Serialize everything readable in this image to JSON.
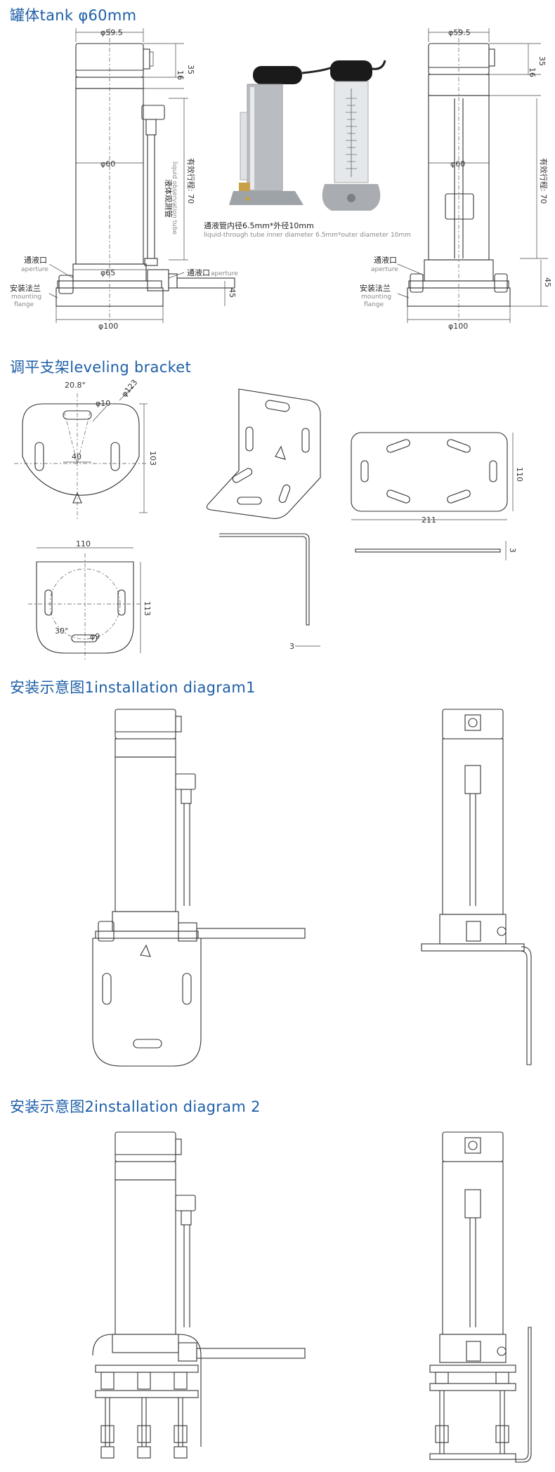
{
  "sections": {
    "tank": {
      "title": "罐体tank φ60mm"
    },
    "bracket": {
      "title": "调平支架leveling bracket"
    },
    "install1": {
      "title": "安装示意图1installation diagram1"
    },
    "install2": {
      "title": "安装示意图2installation diagram 2"
    }
  },
  "tank_dims": {
    "top_diameter": "φ59.5",
    "body_diameter": "φ60",
    "base_diameter": "φ65",
    "flange_diameter": "φ100",
    "cap_height": "35",
    "ring_height": "16",
    "stroke": "有效行程: 70",
    "bottom_height": "45"
  },
  "tank_labels": {
    "aperture_cn": "通液口",
    "aperture_en": "aperture",
    "flange_cn": "安装法兰",
    "flange_en_1": "mounting",
    "flange_en_2": "flange",
    "obs_tube_cn": "液体观测管",
    "obs_tube_en": "liquid observation tube",
    "tube_spec_cn": "通液管内径6.5mm*外径10mm",
    "tube_spec_en": "liquid-through tube inner diameter 6.5mm*outer diameter 10mm"
  },
  "bracket_dims": {
    "angle": "20.8°",
    "hole": "φ10",
    "radius": "φ123",
    "height": "103",
    "spacing": "40",
    "front_width": "110",
    "front_height": "113",
    "front_angle": "30°",
    "front_hole": "φ9",
    "thickness_side": "3",
    "plate_width": "211",
    "plate_height": "110",
    "plate_thickness": "3"
  },
  "colors": {
    "heading": "#1e5fa8",
    "line": "#333333"
  }
}
